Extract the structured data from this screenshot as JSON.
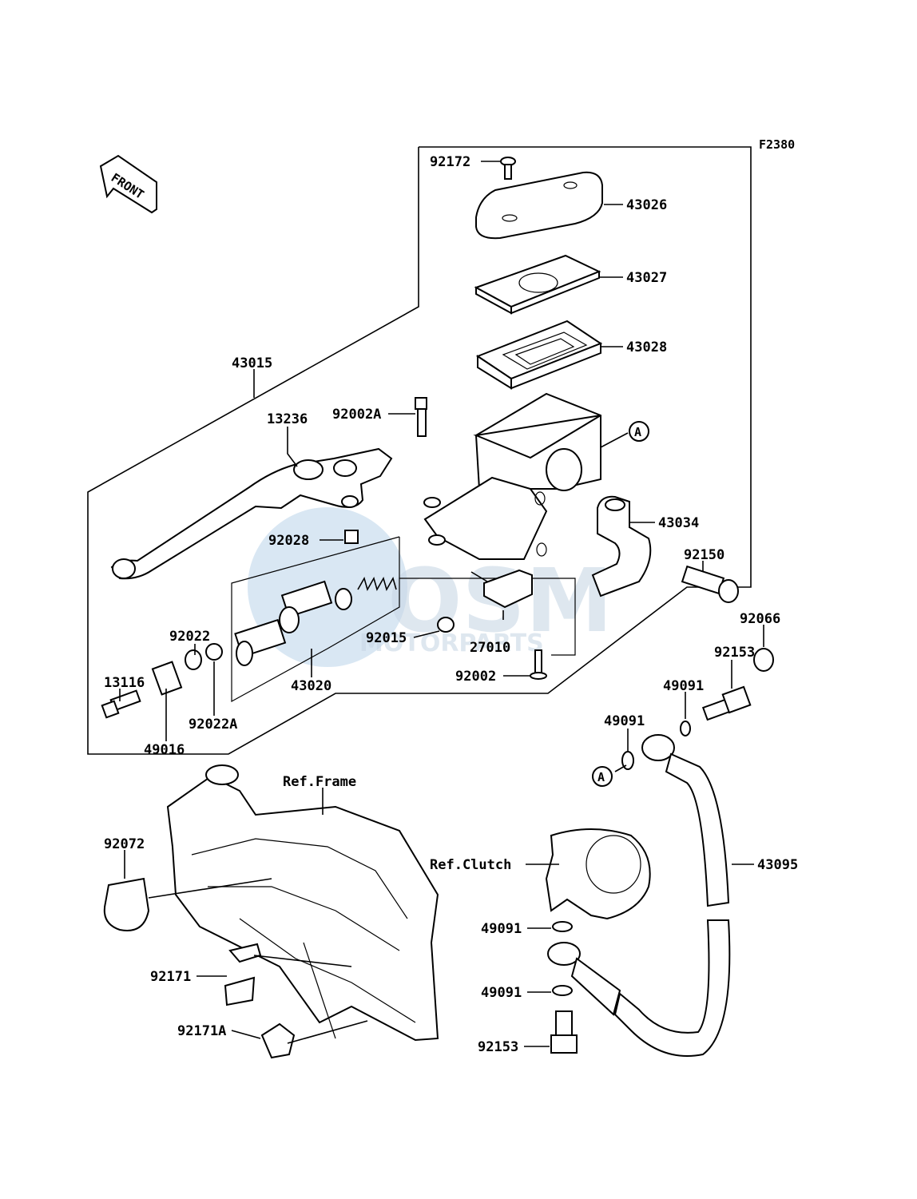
{
  "figure_code": "F2380",
  "front_badge": "FRONT",
  "watermark": {
    "brand": "OSM",
    "sub": "MOTORPARTS"
  },
  "refs": {
    "frame": "Ref.Frame",
    "clutch": "Ref.Clutch"
  },
  "callout_letter": "A",
  "parts": {
    "p92172": "92172",
    "p43026": "43026",
    "p43027": "43027",
    "p43028": "43028",
    "p43015": "43015",
    "p13236": "13236",
    "p92002A": "92002A",
    "p43034": "43034",
    "p92028": "92028",
    "p92150": "92150",
    "p92066": "92066",
    "p92015": "92015",
    "p27010": "27010",
    "p92002": "92002",
    "p92153_top": "92153",
    "p92022": "92022",
    "p13116": "13116",
    "p92022A": "92022A",
    "p43020": "43020",
    "p49016": "49016",
    "p49091_a": "49091",
    "p49091_b": "49091",
    "p92072": "92072",
    "p43095": "43095",
    "p49091_c": "49091",
    "p92171": "92171",
    "p49091_d": "49091",
    "p92171A": "92171A",
    "p92153_bottom": "92153"
  }
}
